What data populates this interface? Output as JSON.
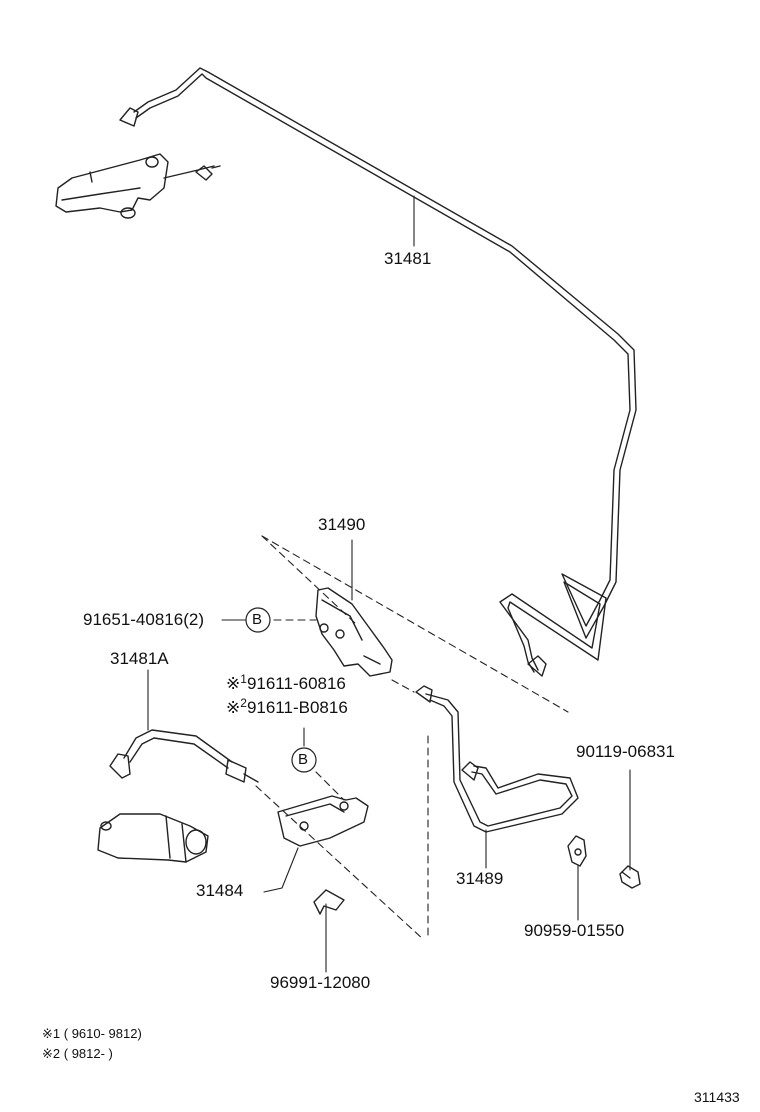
{
  "labels": {
    "pipe_upper": "31481",
    "bracket_upper": "31490",
    "bolt_b1": "91651-40816(2)",
    "hose": "31481A",
    "bolt_alt1_mark": "※",
    "bolt_alt1_num": "1",
    "bolt_alt1": "91611-60816",
    "bolt_alt2_mark": "※",
    "bolt_alt2_num": "2",
    "bolt_alt2": "91611-B0816",
    "bracket_lower": "31484",
    "pipe_lower": "31489",
    "bolt_right": "90119-06831",
    "clip_right": "90959-01550",
    "clip_bottom": "96991-12080"
  },
  "callouts": {
    "b_upper": "B",
    "b_lower": "B"
  },
  "notes": {
    "n1_mark": "※1",
    "n1_range": "( 9610- 9812)",
    "n2_mark": "※2",
    "n2_range": "( 9812-        )"
  },
  "figure_id": "311433"
}
